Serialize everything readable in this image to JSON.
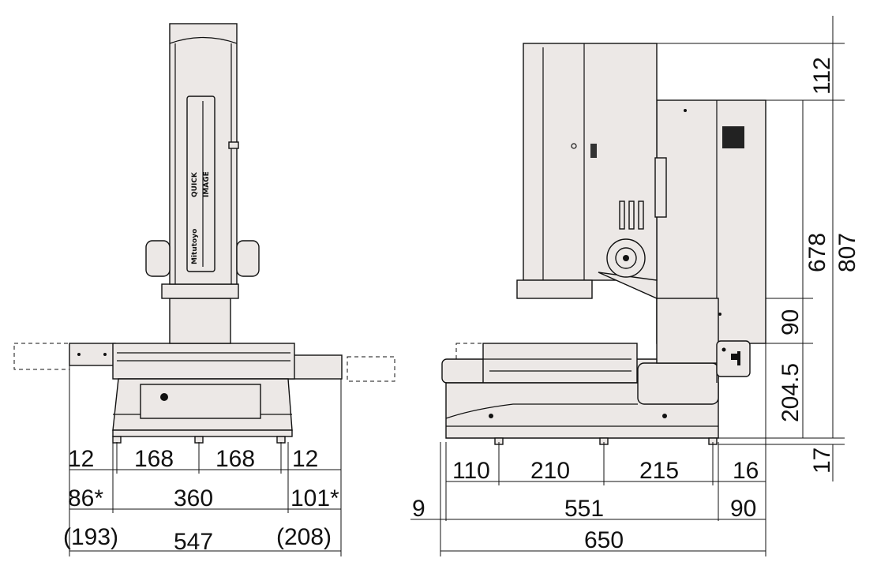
{
  "branding": {
    "maker": "Mitutoyo",
    "product_line1": "QUICK",
    "product_line2": "IMAGE"
  },
  "front_view": {
    "dim_row1": [
      "12",
      "168",
      "168",
      "12"
    ],
    "dim_row2": [
      "86*",
      "360",
      "101*"
    ],
    "dim_row3": [
      "(193)",
      "547",
      "(208)"
    ]
  },
  "side_view": {
    "dim_row1": [
      "110",
      "210",
      "215",
      "16"
    ],
    "dim_row2": [
      "9",
      "551",
      "90"
    ],
    "dim_row3": [
      "650"
    ],
    "vertical": {
      "top": "112",
      "column": "678",
      "total": "807",
      "stage_gap": "90",
      "stage_height": "204.5",
      "foot": "17"
    }
  },
  "colors": {
    "body": "#ece8e6",
    "line": "#111111"
  }
}
